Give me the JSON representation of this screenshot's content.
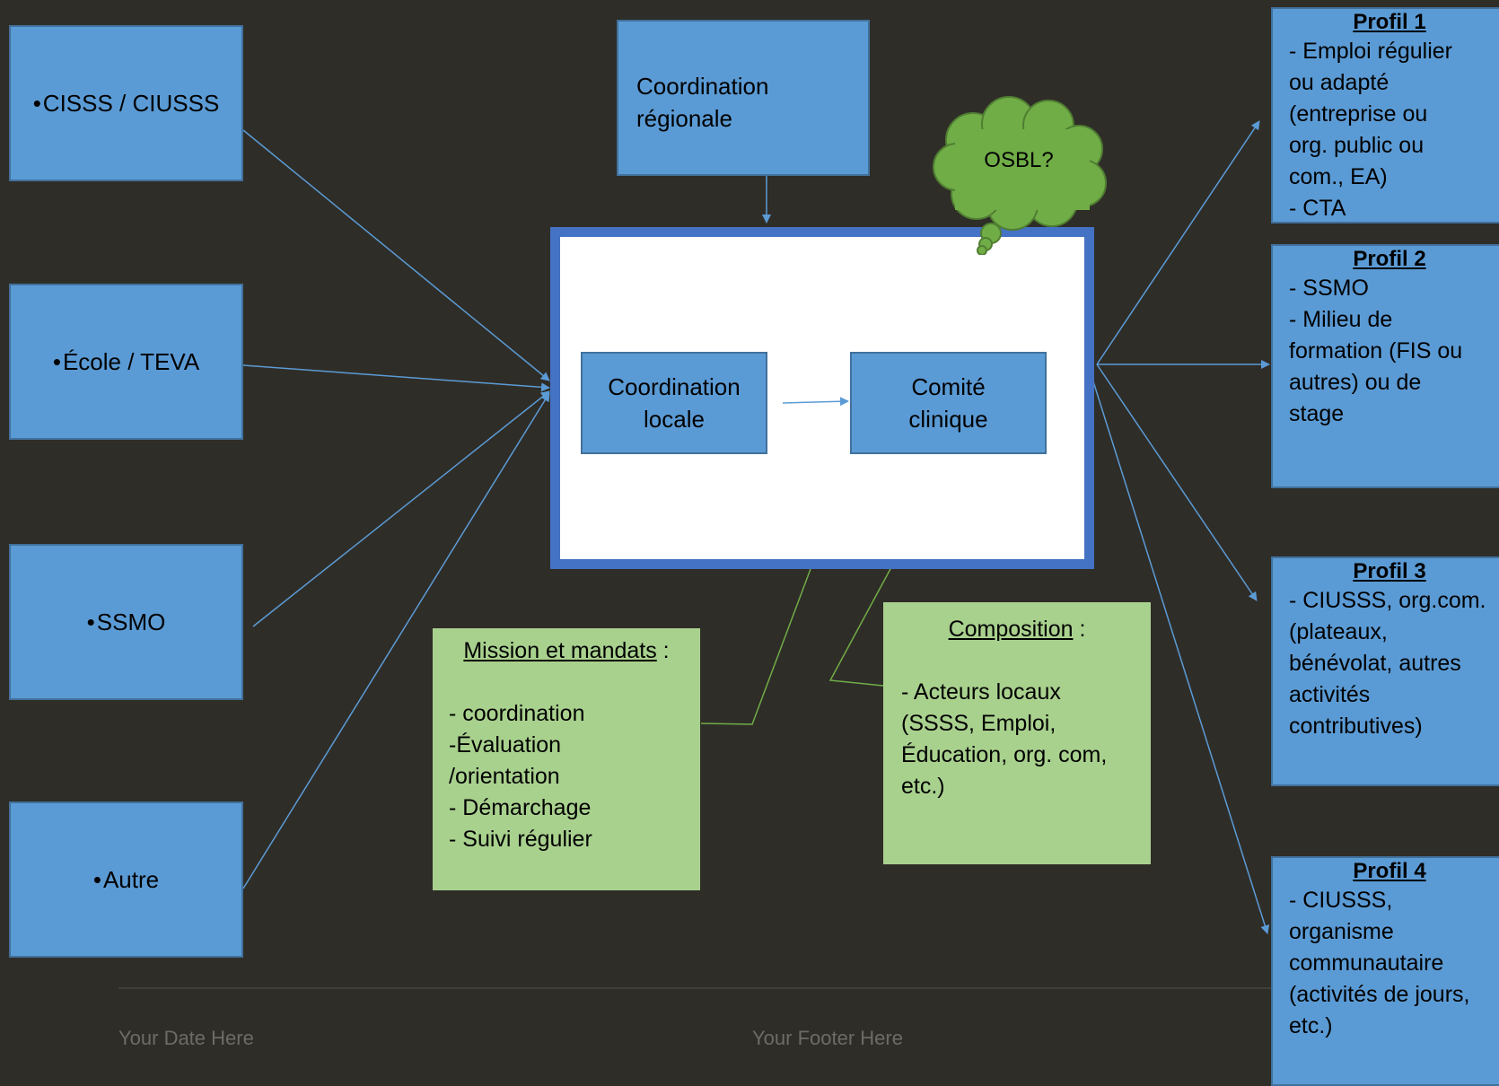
{
  "sources": [
    {
      "bullet": "•",
      "label": "CISSS / CIUSSS"
    },
    {
      "bullet": "•",
      "label": "École / TEVA"
    },
    {
      "bullet": "•",
      "label": "SSMO"
    },
    {
      "bullet": "•",
      "label": "Autre"
    }
  ],
  "coordination_regionale": {
    "line1": "Coordination",
    "line2": "régionale"
  },
  "osbl": "OSBL?",
  "coordination_locale": {
    "line1": "Coordination",
    "line2": "locale"
  },
  "comite_clinique": {
    "line1": "Comité",
    "line2": "clinique"
  },
  "profiles": [
    {
      "title": "Profil 1",
      "lines": [
        "- Emploi régulier",
        "ou adapté",
        "(entreprise ou",
        "org. public ou",
        "com., EA)",
        "- CTA"
      ]
    },
    {
      "title": "Profil 2",
      "lines": [
        "- SSMO",
        "- Milieu de",
        "formation (FIS ou",
        "autres) ou de",
        "stage"
      ]
    },
    {
      "title": "Profil 3",
      "lines": [
        "- CIUSSS, org.com.",
        "(plateaux,",
        "bénévolat, autres",
        "activités",
        "contributives)"
      ]
    },
    {
      "title": "Profil 4",
      "lines": [
        "- CIUSSS,",
        "organisme",
        "communautaire",
        "(activités de jours,",
        "etc.)"
      ]
    }
  ],
  "mission": {
    "heading": "Mission et mandats",
    "colon": " :",
    "lines": [
      "- coordination",
      "-Évaluation",
      "/orientation",
      "- Démarchage",
      "- Suivi régulier"
    ]
  },
  "composition": {
    "heading": "Composition",
    "colon": " :",
    "lines": [
      "- Acteurs locaux",
      "(SSSS, Emploi,",
      "Éducation, org. com,",
      "etc.)"
    ]
  },
  "footer": {
    "date": "Your Date Here",
    "text": "Your Footer Here"
  },
  "colors": {
    "box_blue": "#5b9bd5",
    "frame_blue": "#4472c4",
    "green": "#a9d18e",
    "cloud_green": "#70ad47",
    "background": "#2f2d28"
  }
}
